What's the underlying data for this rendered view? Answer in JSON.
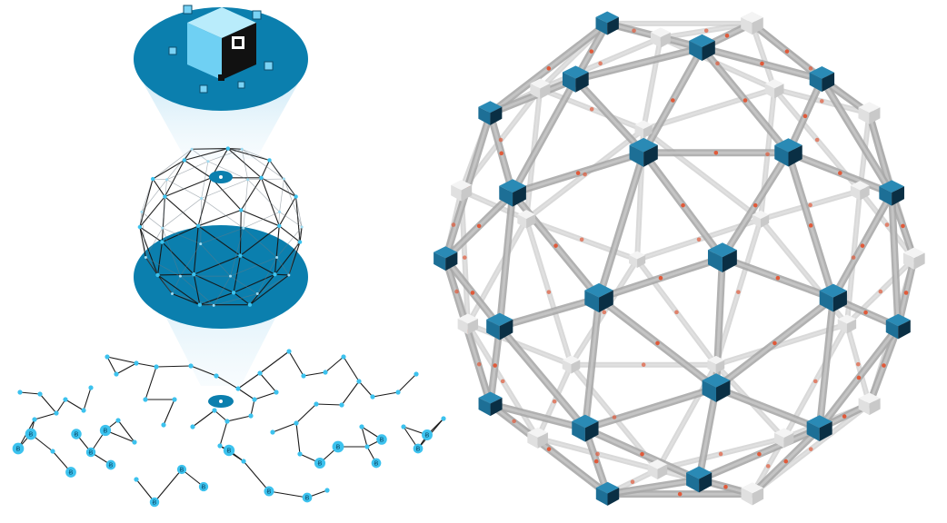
{
  "diagram": {
    "left_panel": {
      "levels": [
        "cube-block",
        "geodesic-sphere",
        "node-network"
      ],
      "network_node_glyph": "bitcoin-symbol"
    },
    "right_panel": {
      "shape": "geodesic-sphere",
      "node_glyph": "cube",
      "link_marker": "dot"
    },
    "colors": {
      "accent_blue": "#0b7fae",
      "dark_blue": "#0d4f6e",
      "cube_light": "#7ad3f5",
      "cube_dark": "#111111",
      "node_light_blue": "#3cc2ee",
      "strut_grey": "#b7b7b7",
      "marker_red": "#e05a3a",
      "beam_light": "#dff2fb"
    }
  }
}
